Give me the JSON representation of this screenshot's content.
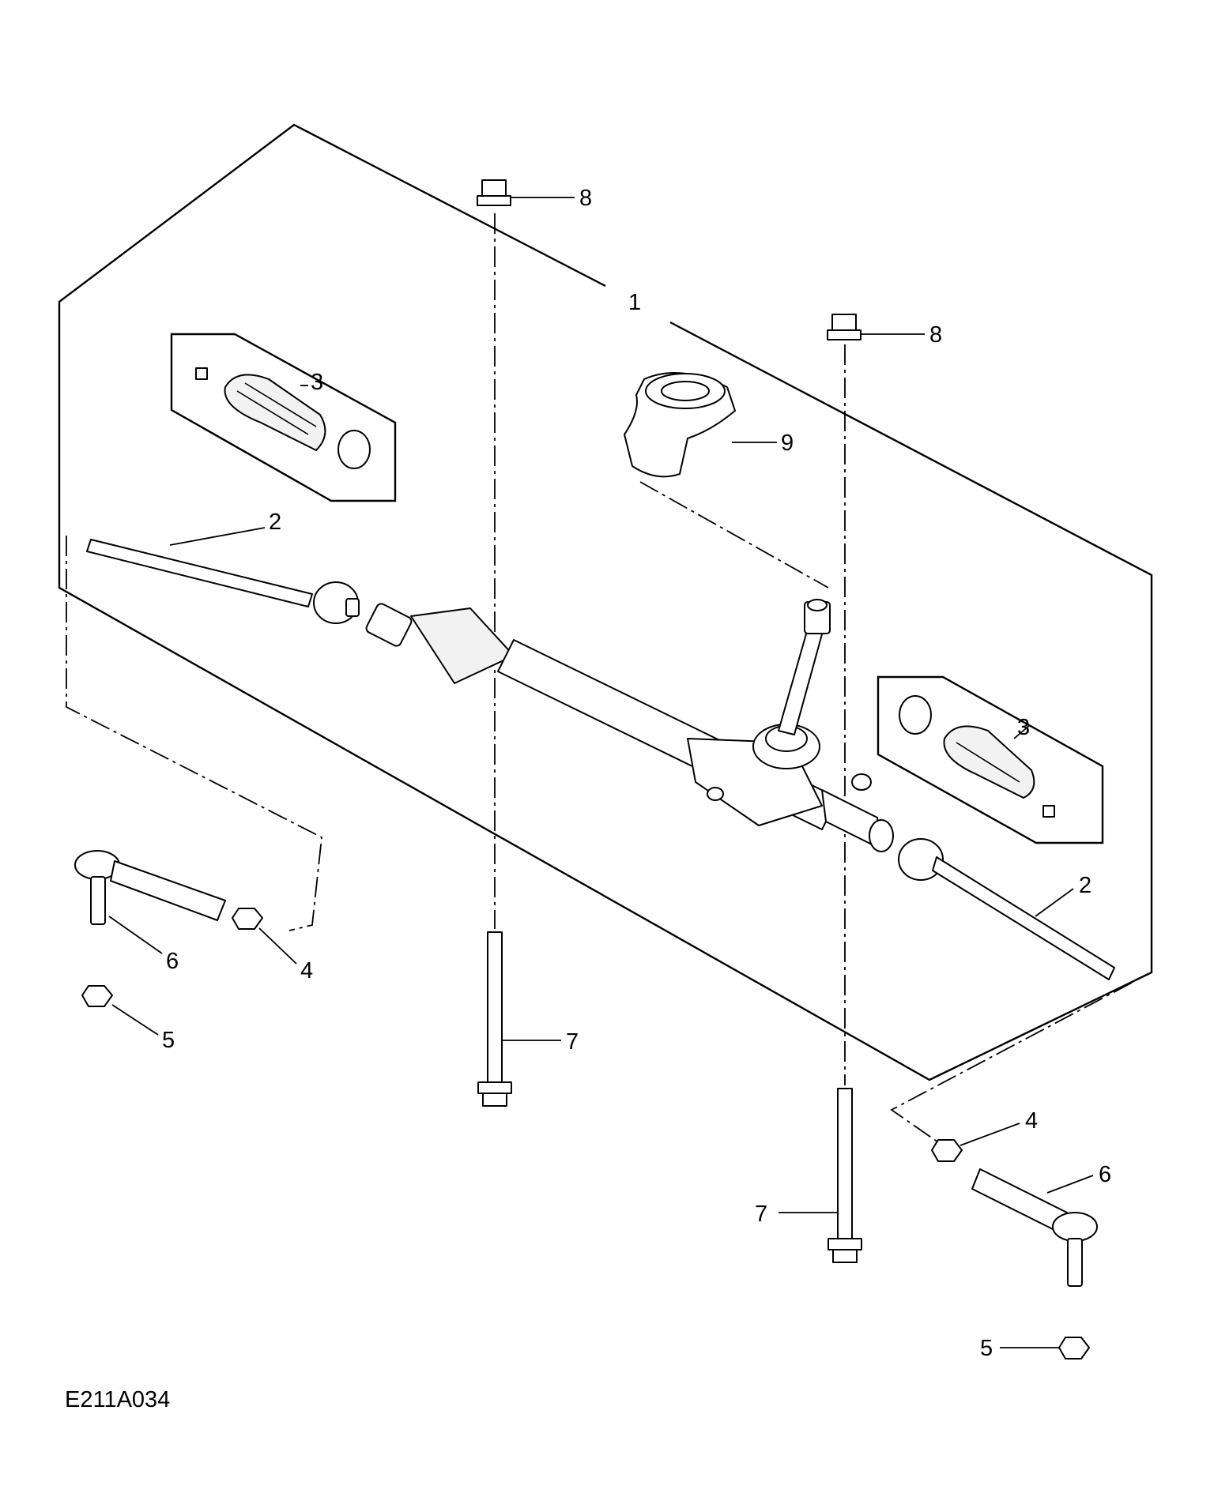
{
  "callouts": {
    "c1": "1",
    "c2_left": "2",
    "c2_right": "2",
    "c3_left": "3",
    "c3_right": "3",
    "c4_left": "4",
    "c4_right": "4",
    "c5_left": "5",
    "c5_right": "5",
    "c6_left": "6",
    "c6_right": "6",
    "c7_left": "7",
    "c7_right": "7",
    "c8_left": "8",
    "c8_right": "8",
    "c9": "9"
  },
  "figure_code": "E211A034"
}
